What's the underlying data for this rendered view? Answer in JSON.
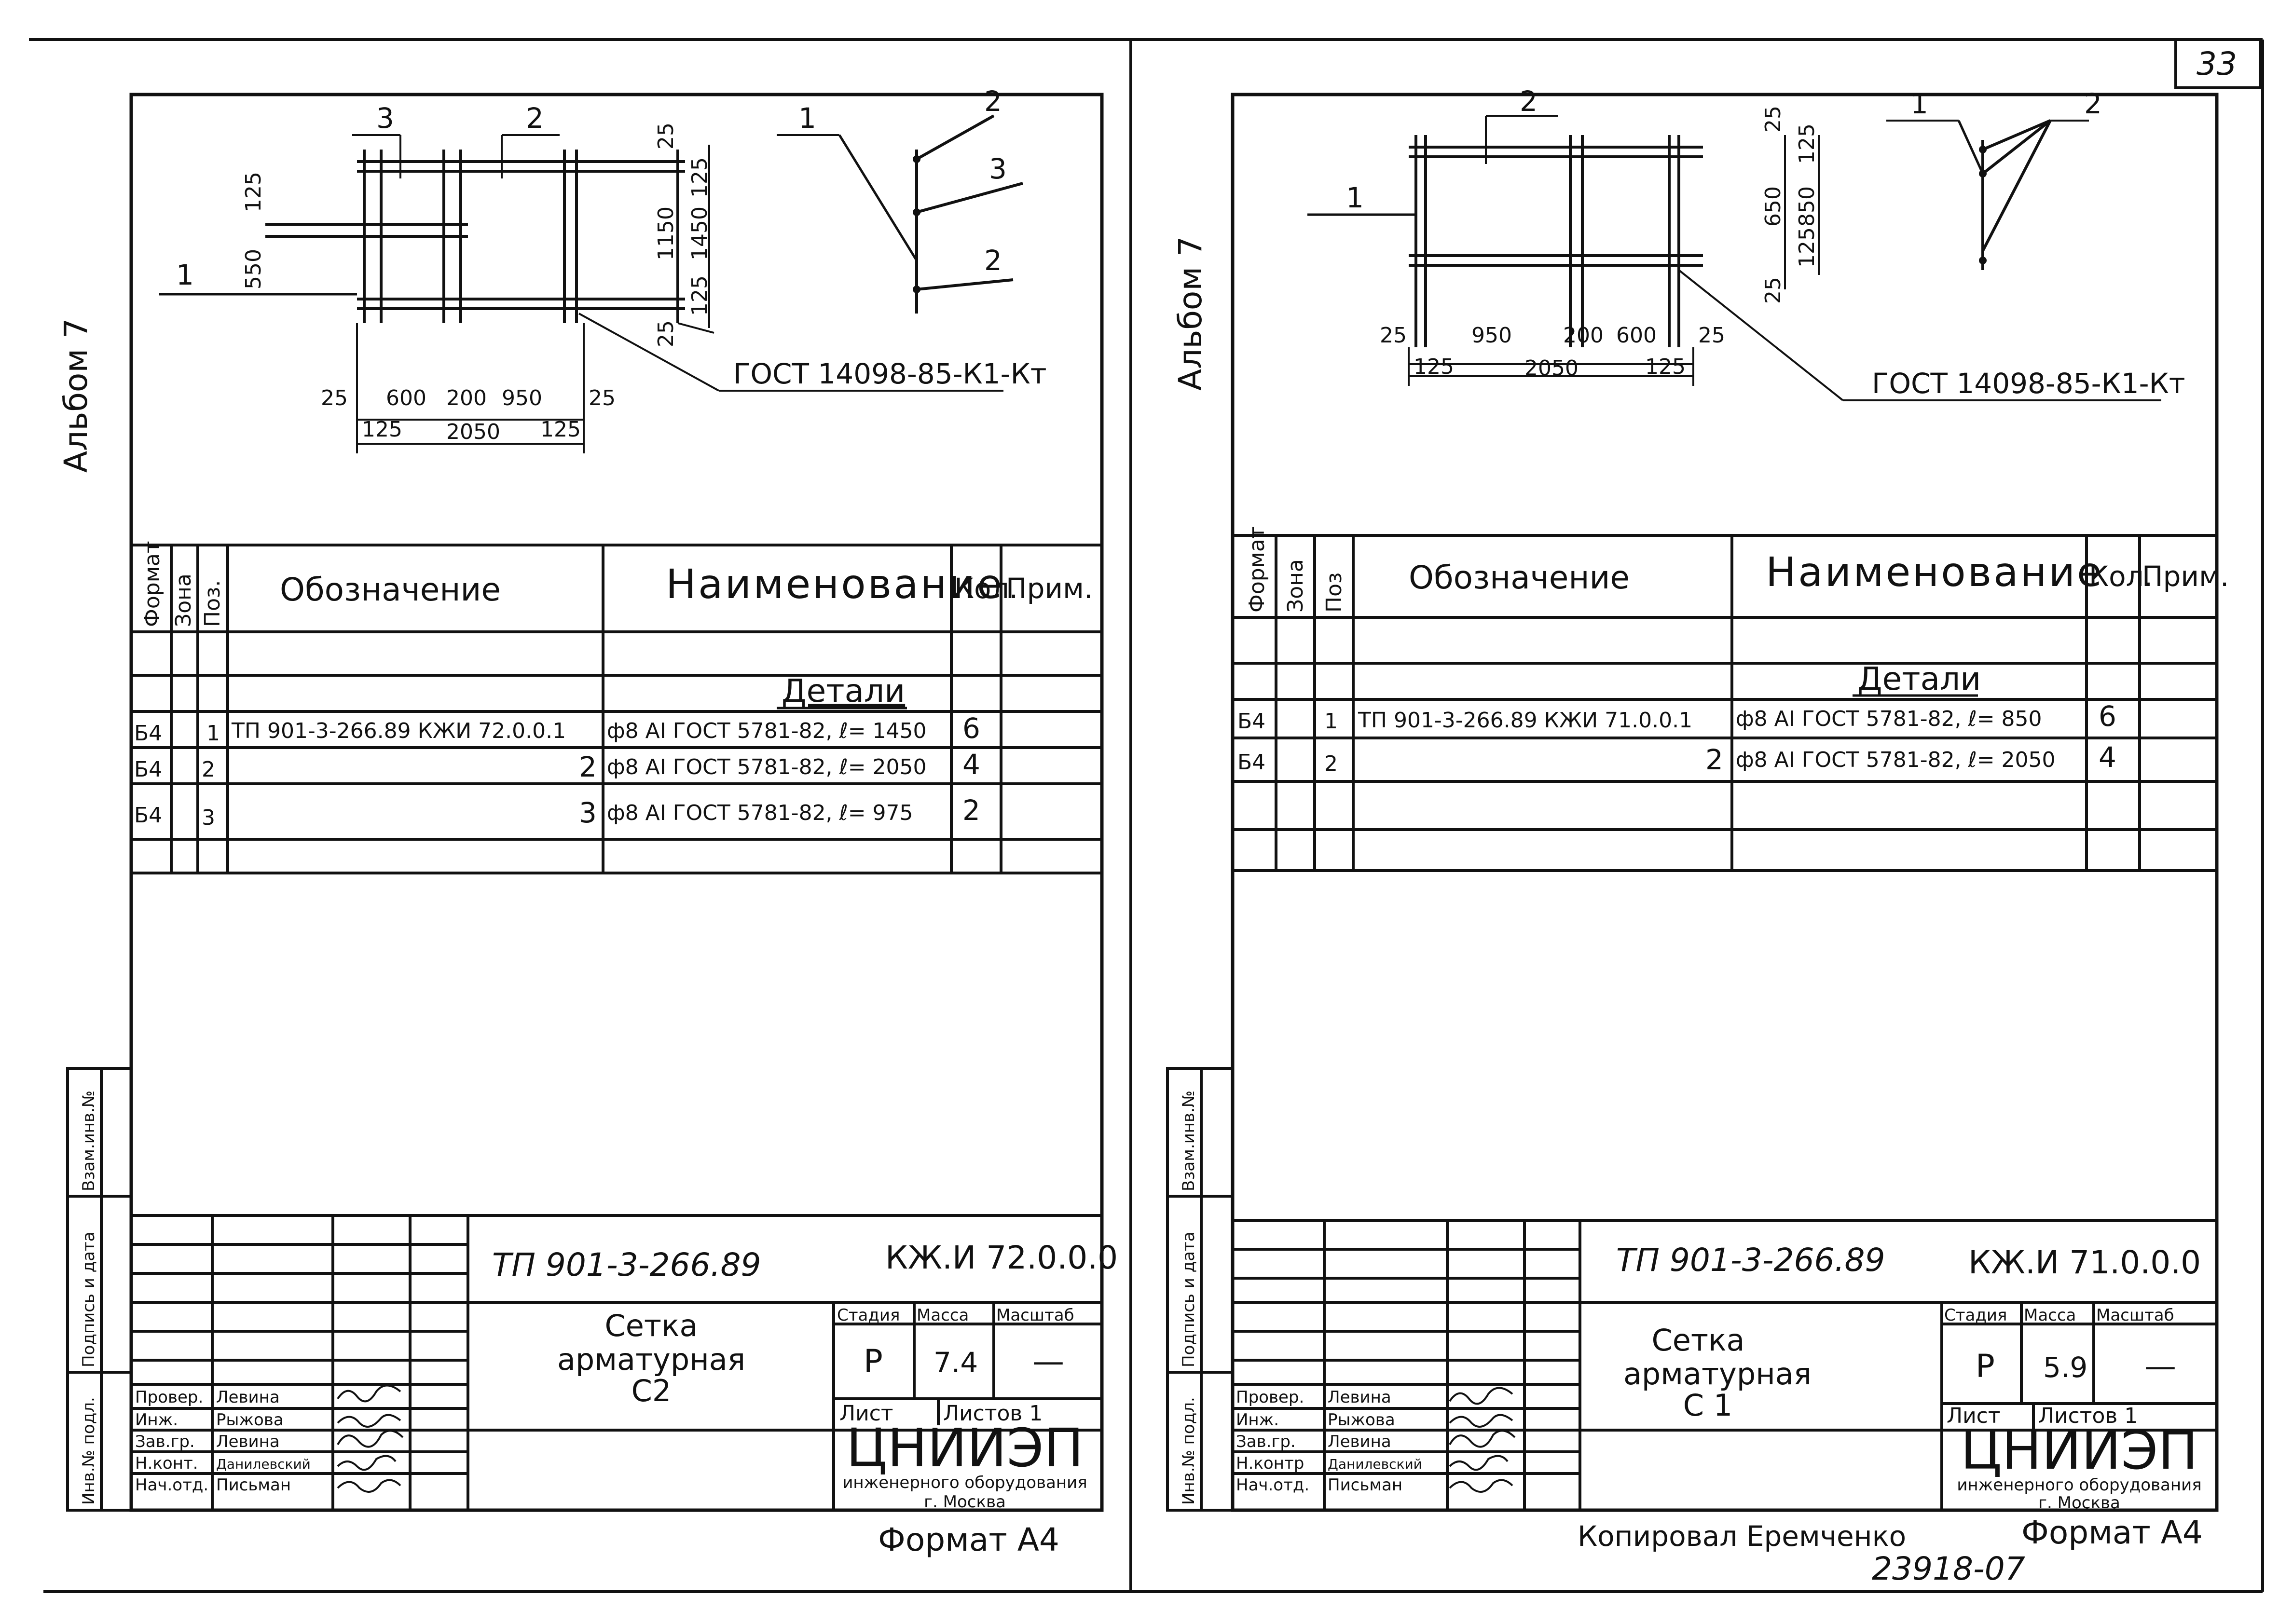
{
  "page_number": "33",
  "sheets": [
    {
      "album": "Альбом 7",
      "gost_ref": "ГОСТ 14098-85-К1-Кт",
      "drawing_dims": {
        "top_marks": [
          "3",
          "2"
        ],
        "left_marks": [
          "125",
          "550"
        ],
        "pointer_1": "1",
        "right_dims": [
          "25",
          "1150",
          "125",
          "1450",
          "125",
          "25"
        ],
        "bottom_row1": [
          "25",
          "600",
          "200",
          "950",
          "25"
        ],
        "bottom_row2": [
          "125",
          "2050",
          "125"
        ],
        "node_marks": [
          "1",
          "2",
          "3",
          "2"
        ]
      },
      "spec_headers": {
        "format": "Формат",
        "zone": "Зона",
        "pos": "Поз.",
        "designation": "Обозначение",
        "name": "Наименование",
        "qty": "Кол.",
        "note": "Прим."
      },
      "section": "Детали",
      "rows": [
        {
          "fmt": "Б4",
          "pos": "1",
          "designation": "ТП 901-3-266.89  КЖИ 72.0.0.1",
          "name": "ф8 АI ГОСТ 5781-82, ℓ= 1450",
          "qty": "6"
        },
        {
          "fmt": "Б4",
          "pos": "2",
          "designation": "2",
          "name": "ф8 АI ГОСТ 5781-82, ℓ= 2050",
          "qty": "4"
        },
        {
          "fmt": "Б4",
          "pos": "3",
          "designation": "3",
          "name": "ф8 АI ГОСТ 5781-82, ℓ= 975",
          "qty": "2"
        }
      ],
      "side_labels": [
        "Взам.инв.№",
        "Подпись и дата",
        "Инв.№ подл."
      ],
      "title_block": {
        "project": "ТП 901-3-266.89",
        "code": "КЖ.И 72.0.0.0",
        "name_line1": "Сетка",
        "name_line2": "арматурная",
        "name_line3": "С2",
        "stage_label": "Стадия",
        "mass_label": "Масса",
        "scale_label": "Масштаб",
        "stage": "Р",
        "mass": "7.4",
        "scale": "—",
        "sheet_label": "Лист",
        "sheets_label": "Листов 1",
        "org": "ЦНИИЭП",
        "org_sub": "инженерного оборудования",
        "city": "г. Москва",
        "people": [
          {
            "role": "Провер.",
            "name": "Левина"
          },
          {
            "role": "Инж.",
            "name": "Рыжова"
          },
          {
            "role": "Зав.гр.",
            "name": "Левина"
          },
          {
            "role": "Н.конт.",
            "name": "Данилевский"
          },
          {
            "role": "Нач.отд.",
            "name": "Письман"
          }
        ]
      },
      "format": "Формат А4",
      "copied_by": ""
    },
    {
      "album": "Альбом 7",
      "gost_ref": "ГОСТ 14098-85-К1-Кт",
      "drawing_dims": {
        "top_marks": [
          "2"
        ],
        "left_marks": [],
        "pointer_1": "1",
        "right_dims": [
          "25",
          "125",
          "650",
          "850",
          "125",
          "25"
        ],
        "bottom_row1": [
          "25",
          "950",
          "200",
          "600",
          "25"
        ],
        "bottom_row2": [
          "125",
          "2050",
          "125"
        ],
        "node_marks": [
          "1",
          "2"
        ]
      },
      "spec_headers": {
        "format": "Формат",
        "zone": "Зона",
        "pos": "Поз",
        "designation": "Обозначение",
        "name": "Наименование",
        "qty": "Кол.",
        "note": "Прим."
      },
      "section": "Детали",
      "rows": [
        {
          "fmt": "Б4",
          "pos": "1",
          "designation": "ТП 901-3-266.89  КЖИ 71.0.0.1",
          "name": "ф8 АI ГОСТ 5781-82, ℓ= 850",
          "qty": "6"
        },
        {
          "fmt": "Б4",
          "pos": "2",
          "designation": "2",
          "name": "ф8 АI ГОСТ 5781-82, ℓ= 2050",
          "qty": "4"
        }
      ],
      "side_labels": [
        "Взам.инв.№",
        "Подпись и дата",
        "Инв.№ подл."
      ],
      "title_block": {
        "project": "ТП 901-3-266.89",
        "code": "КЖ.И 71.0.0.0",
        "name_line1": "Сетка",
        "name_line2": "арматурная",
        "name_line3": "С 1",
        "stage_label": "Стадия",
        "mass_label": "Масса",
        "scale_label": "Масштаб",
        "stage": "Р",
        "mass": "5.9",
        "scale": "—",
        "sheet_label": "Лист",
        "sheets_label": "Листов 1",
        "org": "ЦНИИЭП",
        "org_sub": "инженерного оборудования",
        "city": "г. Москва",
        "people": [
          {
            "role": "Провер.",
            "name": "Левина"
          },
          {
            "role": "Инж.",
            "name": "Рыжова"
          },
          {
            "role": "Зав.гр.",
            "name": "Левина"
          },
          {
            "role": "Н.контр",
            "name": "Данилевский"
          },
          {
            "role": "Нач.отд.",
            "name": "Письман"
          }
        ]
      },
      "format": "Формат А4",
      "copied_by": "Копировал Еремченко"
    }
  ],
  "archive_number": "23918-07"
}
